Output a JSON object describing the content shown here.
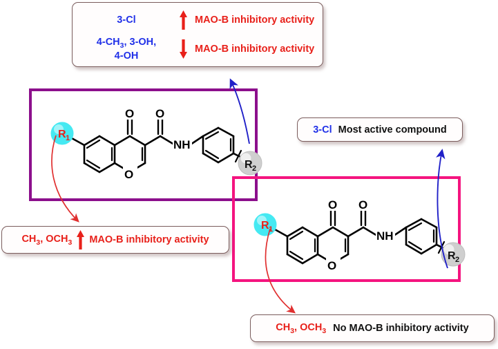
{
  "diagram": {
    "title": "MAO-B inhibitory activity structure-activity relationship",
    "colors": {
      "substituent_blue": "#2030e8",
      "substituent_red": "#e8201a",
      "activity_red": "#e8201a",
      "activity_black": "#111111",
      "frame_purple": "#8c0f8c",
      "frame_pink": "#f4147f",
      "arrow_red": "#e03030",
      "arrow_blue": "#2020c8",
      "r1_bubble": "#40e8f0",
      "r2_bubble": "#c8c8c8",
      "callout_border": "#7a5c5c",
      "callout_fill": "#fffdfd"
    }
  },
  "box_top": {
    "rows": [
      {
        "substituents": "3-Cl",
        "arrow": "up-arrow-icon",
        "activity": "MAO-B inhibitory activity"
      },
      {
        "substituents_line1": "4-CH",
        "substituents_sub1": "3",
        "substituents_line1b": ", 3-OH,",
        "substituents_line2": "4-OH",
        "arrow": "down-arrow-icon",
        "activity": "MAO-B inhibitory activity"
      }
    ]
  },
  "box_left": {
    "substituents_a": "CH",
    "substituents_a_sub": "3",
    "substituents_b": ", OCH",
    "substituents_b_sub": "3",
    "arrow": "up-arrow-icon",
    "activity": "MAO-B inhibitory activity"
  },
  "box_active": {
    "substituent": "3-Cl",
    "note": "Most active compound"
  },
  "box_bottom": {
    "substituents_a": "CH",
    "substituents_a_sub": "3",
    "substituents_b": ", OCH",
    "substituents_b_sub": "3",
    "activity": "No MAO-B inhibitory activity"
  },
  "molecule_top": {
    "scaffold": "chromone-3-carboxamide",
    "labels": {
      "r1": "R",
      "r1_sub": "1",
      "r2": "R",
      "r2_sub": "2",
      "ketone_o": "O",
      "amide_o": "O",
      "ring_o": "O",
      "nh": "NH"
    }
  },
  "molecule_bottom": {
    "scaffold": "chromone-3-carboxamide",
    "labels": {
      "r1": "R",
      "r1_sub": "1",
      "r2": "R",
      "r2_sub": "2",
      "ketone_o": "O",
      "amide_o": "O",
      "ring_o": "O",
      "nh": "NH"
    }
  },
  "arrows": {
    "r2_top_to_box_top": "blue-curved-arrow-icon",
    "r1_top_to_box_left": "red-curved-arrow-icon",
    "r2_bottom_to_box_active": "blue-curved-arrow-icon",
    "r1_bottom_to_box_bottom": "red-curved-arrow-icon"
  }
}
